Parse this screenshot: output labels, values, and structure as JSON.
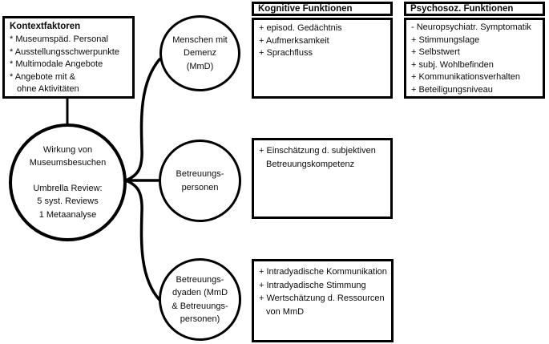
{
  "colors": {
    "background": "#ffffff",
    "line": "#000000",
    "text": "#0b0b0b"
  },
  "kontext_box": {
    "title": "Kontextfaktoren",
    "lines": [
      "* Museumspäd. Personal",
      "* Ausstellungsschwerpunkte",
      "* Multimodale Angebote",
      "* Angebote mit &",
      "ohne Aktivitäten"
    ]
  },
  "hub_circle": {
    "lines_top": [
      "Wirkung von",
      "Museumsbesuchen"
    ],
    "lines_bottom": [
      "Umbrella Review:",
      "5 syst. Reviews",
      "1 Metaanalyse"
    ]
  },
  "mmd_circle": {
    "lines": [
      "Menschen mit",
      "Demenz",
      "(MmD)"
    ]
  },
  "carer_circle": {
    "lines": [
      "Betreuungs-",
      "personen"
    ]
  },
  "dyad_circle": {
    "lines": [
      "Betreuungs-",
      "dyaden (MmD",
      "& Betreuungs-",
      "personen)"
    ]
  },
  "kognitive_box": {
    "title": "Kognitive Funktionen",
    "lines": [
      "+ episod. Gedächtnis",
      "+ Aufmerksamkeit",
      "+ Sprachfluss"
    ]
  },
  "psychosoz_box": {
    "title": "Psychosoz. Funktionen",
    "lines": [
      "- Neuropsychiatr. Symptomatik",
      "+ Stimmungslage",
      "+ Selbstwert",
      "+ subj. Wohlbefinden",
      "+ Kommunikationsverhalten",
      "+ Beteiligungsniveau"
    ]
  },
  "einschaetzung_box": {
    "lines": [
      "+ Einschätzung d. subjektiven",
      "Betreuungskompetenz"
    ]
  },
  "dyade_outcome_box": {
    "lines": [
      "+ Intradyadische Kommunikation",
      "+ Intradyadische Stimmung",
      "+ Wertschätzung d. Ressourcen",
      "von MmD"
    ]
  }
}
